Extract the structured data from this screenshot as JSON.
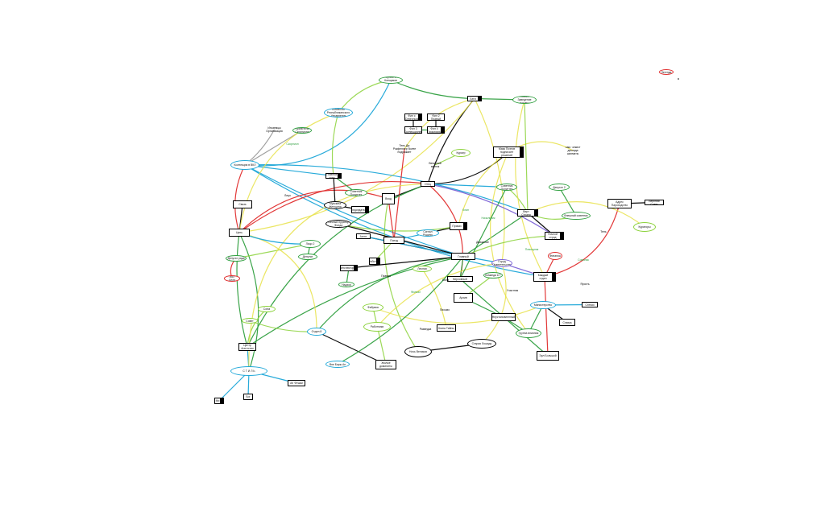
{
  "colors": {
    "blue": "#1ea7d8",
    "green": "#2f9f3f",
    "lime": "#8bd23a",
    "yellow": "#e8e24a",
    "red": "#e02d2d",
    "black": "#000000",
    "gray": "#9a9a9a",
    "purple": "#7b62d6"
  },
  "nodes": [
    {
      "id": "n1",
      "kind": "ellipse",
      "color": "green",
      "text": "Эрнесто Клещиков (главарь в цеп)"
    },
    {
      "id": "n2",
      "kind": "box",
      "color": "black",
      "text": "Беги"
    },
    {
      "id": "n3",
      "kind": "ellipse",
      "color": "green",
      "text": "Хозяин Заведение лотуны"
    },
    {
      "id": "n4",
      "kind": "ellipse",
      "color": "blue",
      "text": "Комиссия Республиканского Управления"
    },
    {
      "id": "n5",
      "kind": "plain",
      "color": "black",
      "text": "Иноземцы Организация"
    },
    {
      "id": "n6",
      "kind": "ellipse",
      "color": "green",
      "text": "Хранитель Скорпиона"
    },
    {
      "id": "n7",
      "kind": "plain",
      "color": "green",
      "text": "Скорпион"
    },
    {
      "id": "n8",
      "kind": "box",
      "color": "black",
      "text": "Фил с Северным"
    },
    {
      "id": "n9",
      "kind": "box",
      "color": "black",
      "text": "Фил 2 Правый"
    },
    {
      "id": "n10",
      "kind": "box",
      "color": "black",
      "text": "Фил 3 Коллекционер"
    },
    {
      "id": "n11",
      "kind": "box",
      "color": "black",
      "text": "Фил 4 Прокуроры"
    },
    {
      "id": "n12",
      "kind": "plain",
      "color": "black",
      "text": "Тень Дж Рокфеллер более подражает"
    },
    {
      "id": "n13",
      "kind": "ellipse",
      "color": "lime",
      "text": "Курьер"
    },
    {
      "id": "n14",
      "kind": "box",
      "color": "black",
      "text": "Маяк Поэтов подписант решений"
    },
    {
      "id": "n15",
      "kind": "plain",
      "color": "black",
      "text": "Зам. Чекист доклада шахматы"
    },
    {
      "id": "n16",
      "kind": "ellipse",
      "color": "blue",
      "text": "Коллекция в ВКЛ"
    },
    {
      "id": "n17",
      "kind": "box",
      "color": "black",
      "text": "Главное окно"
    },
    {
      "id": "n18",
      "kind": "ellipse",
      "color": "green",
      "text": "Советник Политтех"
    },
    {
      "id": "n19",
      "kind": "ellipse",
      "color": "black",
      "text": "Мужчина Женщина"
    },
    {
      "id": "n20",
      "kind": "box",
      "color": "black",
      "text": "Председатель"
    },
    {
      "id": "n21",
      "kind": "box",
      "color": "black",
      "text": "Отец"
    },
    {
      "id": "n22",
      "kind": "box",
      "color": "black",
      "text": "Вход"
    },
    {
      "id": "n23",
      "kind": "plain",
      "color": "black",
      "text": "Вечерний звонок"
    },
    {
      "id": "n24",
      "kind": "ellipse",
      "color": "green",
      "text": "Советник Политтех"
    },
    {
      "id": "n25",
      "kind": "ellipse",
      "color": "green",
      "text": "Депутат 2"
    },
    {
      "id": "n26",
      "kind": "box",
      "color": "black",
      "text": "Верт Страна"
    },
    {
      "id": "n27",
      "kind": "box",
      "color": "black",
      "text": "Адрес Пароходство"
    },
    {
      "id": "n28",
      "kind": "box",
      "color": "black",
      "text": "Верхний Совет"
    },
    {
      "id": "n29",
      "kind": "ellipse",
      "color": "green",
      "text": "Внешний советник"
    },
    {
      "id": "n30",
      "kind": "ellipse",
      "color": "lime",
      "text": "Кураторы"
    },
    {
      "id": "n31",
      "kind": "box",
      "color": "black",
      "text": "Связь"
    },
    {
      "id": "n32",
      "kind": "ellipse",
      "color": "black",
      "text": "Личный Куратор Фонда"
    },
    {
      "id": "n33",
      "kind": "box",
      "color": "black",
      "text": "Цепь"
    },
    {
      "id": "n34",
      "kind": "ellipse",
      "color": "green",
      "text": "Депутат ряда"
    },
    {
      "id": "n35",
      "kind": "ellipse",
      "color": "red",
      "text": "Лист Цели"
    },
    {
      "id": "n36",
      "kind": "ellipse",
      "color": "green",
      "text": "Лицо 2"
    },
    {
      "id": "n37",
      "kind": "box",
      "color": "black",
      "text": "Агент"
    },
    {
      "id": "n38",
      "kind": "box",
      "color": "black",
      "text": "Приказ"
    },
    {
      "id": "n39",
      "kind": "ellipse",
      "color": "blue",
      "text": "Сигнал Родины"
    },
    {
      "id": "n40",
      "kind": "box",
      "color": "black",
      "text": "Поезд"
    },
    {
      "id": "n41",
      "kind": "box",
      "color": "black",
      "text": "Ночной отряд"
    },
    {
      "id": "n42",
      "kind": "box",
      "color": "black",
      "text": "Главный"
    },
    {
      "id": "n43",
      "kind": "ellipse",
      "color": "purple",
      "text": "Город Правительство"
    },
    {
      "id": "n44",
      "kind": "box",
      "color": "black",
      "text": "Каждый отдел"
    },
    {
      "id": "n45",
      "kind": "ellipse",
      "color": "red",
      "text": "Финансы"
    },
    {
      "id": "n46",
      "kind": "box",
      "color": "black",
      "text": "Верховный"
    },
    {
      "id": "n47",
      "kind": "ellipse",
      "color": "blue",
      "text": "Министерство"
    },
    {
      "id": "n48",
      "kind": "box",
      "color": "black",
      "text": "Стенки"
    },
    {
      "id": "n49",
      "kind": "box",
      "color": "black",
      "text": "Ставка"
    },
    {
      "id": "n50",
      "kind": "ellipse",
      "color": "green",
      "text": "Группа влияния"
    },
    {
      "id": "n51",
      "kind": "box",
      "color": "black",
      "text": "Эрл Большой"
    },
    {
      "id": "n52",
      "kind": "box",
      "color": "black",
      "text": "Неустановленный"
    },
    {
      "id": "n53",
      "kind": "box",
      "color": "black",
      "text": "Инспектор"
    },
    {
      "id": "n54",
      "kind": "ellipse",
      "color": "lime",
      "text": "Фабрика"
    },
    {
      "id": "n55",
      "kind": "ellipse",
      "color": "blue",
      "text": "С Т И Л Ь"
    },
    {
      "id": "n56",
      "kind": "box",
      "color": "black",
      "text": "Ми"
    },
    {
      "id": "n57",
      "kind": "box",
      "color": "black",
      "text": "Бог"
    },
    {
      "id": "n58",
      "kind": "box",
      "color": "black",
      "text": "Ан Фешки"
    },
    {
      "id": "n59",
      "kind": "ellipse",
      "color": "blue",
      "text": "Вне Бирж Ан"
    },
    {
      "id": "n60",
      "kind": "box",
      "color": "black",
      "text": "Жилые доминиты"
    },
    {
      "id": "n61",
      "kind": "ellipse",
      "color": "black",
      "text": "Ночь Великая"
    },
    {
      "id": "n62",
      "kind": "ellipse",
      "color": "black",
      "text": "Старая Лошадь"
    },
    {
      "id": "n63",
      "kind": "box",
      "color": "black",
      "text": "Центр Агентство"
    },
    {
      "id": "n64",
      "kind": "ellipse",
      "color": "blue",
      "text": "Отдел 8"
    },
    {
      "id": "n65",
      "kind": "ellipse",
      "color": "lime",
      "text": "Союз"
    },
    {
      "id": "n66",
      "kind": "ellipse",
      "color": "lime",
      "text": "Работники"
    },
    {
      "id": "n67",
      "kind": "box",
      "color": "black",
      "text": "Книга Тайны"
    },
    {
      "id": "n68",
      "kind": "ellipse",
      "color": "red",
      "text": "Легенда"
    },
    {
      "id": "n69",
      "kind": "ellipse",
      "color": "lime",
      "text": "Лесная"
    },
    {
      "id": "n70",
      "kind": "box",
      "color": "black",
      "text": "Архив"
    },
    {
      "id": "n71",
      "kind": "ellipse",
      "color": "green",
      "text": "Команда в Т"
    },
    {
      "id": "n72",
      "kind": "ellipse",
      "color": "green",
      "text": "Депутат"
    },
    {
      "id": "n73",
      "kind": "ellipse",
      "color": "green",
      "text": "Надзор"
    },
    {
      "id": "n74",
      "kind": "box",
      "color": "black",
      "text": "Работа"
    },
    {
      "id": "n75",
      "kind": "ellipse",
      "color": "lime",
      "text": "Совет"
    }
  ],
  "labels": [
    {
      "id": "t1",
      "color": "black",
      "text": "Лицо"
    },
    {
      "id": "t2",
      "color": "black",
      "text": "Правда"
    },
    {
      "id": "t3",
      "color": "black",
      "text": "Движение"
    },
    {
      "id": "t4",
      "color": "green",
      "text": "Помощник"
    },
    {
      "id": "t5",
      "color": "black",
      "text": "Ярость"
    },
    {
      "id": "t6",
      "color": "black",
      "text": "Участник"
    },
    {
      "id": "t7",
      "color": "green",
      "text": "Союзник"
    },
    {
      "id": "t8",
      "color": "black",
      "text": "Тень"
    },
    {
      "id": "t9",
      "color": "green",
      "text": "Начальник"
    },
    {
      "id": "t10",
      "color": "black",
      "text": "Сила"
    },
    {
      "id": "t11",
      "color": "green",
      "text": "Клан"
    },
    {
      "id": "t12",
      "color": "green",
      "text": "Филиал"
    },
    {
      "id": "t13",
      "color": "black",
      "text": "Письмо"
    },
    {
      "id": "t14",
      "color": "black",
      "text": "Разведка"
    }
  ]
}
